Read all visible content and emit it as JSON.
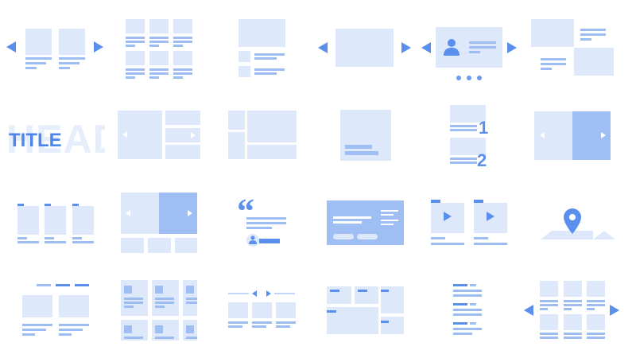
{
  "header_template": {
    "background_word": "HEAD",
    "title": "TITLE"
  },
  "steps_template": {
    "step_1": "1",
    "step_2": "2"
  },
  "icons": {
    "carousel_prev": "arrow-left-icon",
    "carousel_next": "arrow-right-icon",
    "profile": "user-icon",
    "quote": "quote-icon",
    "play": "play-icon",
    "map_pin": "map-pin-icon"
  },
  "colors": {
    "placeholder": "#dde8fb",
    "accent": "#5b8fee",
    "accent_light": "#9ebef4",
    "line": "#9dbcf2"
  }
}
